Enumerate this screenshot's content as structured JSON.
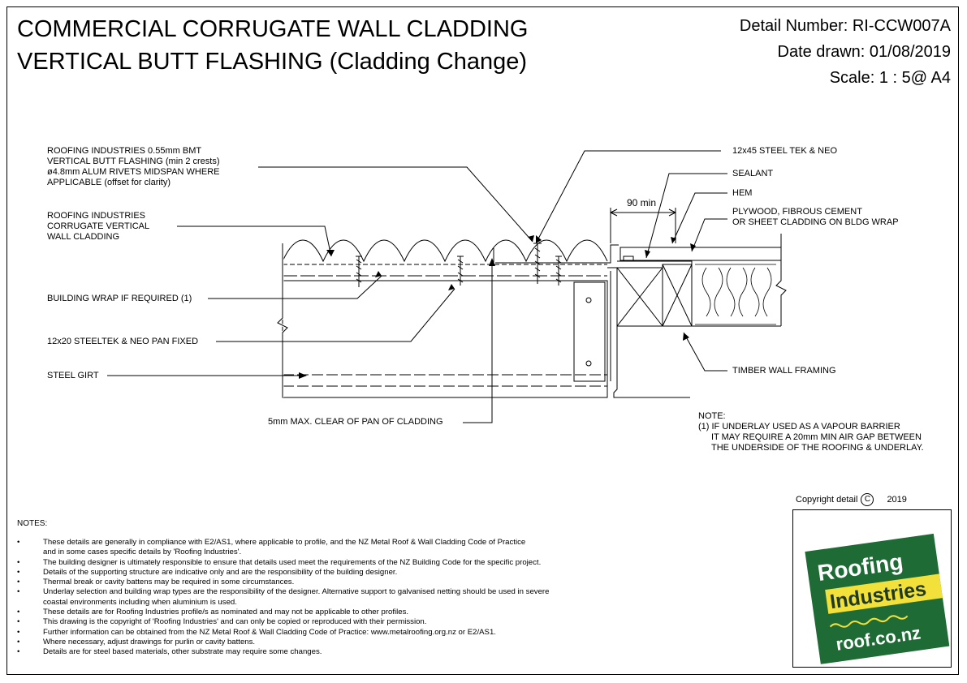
{
  "title": {
    "line1": "COMMERCIAL CORRUGATE WALL CLADDING",
    "line2": "VERTICAL BUTT FLASHING (Cladding Change)"
  },
  "meta": {
    "detail_number": "Detail Number:  RI-CCW007A",
    "date_drawn": "Date drawn:  01/08/2019",
    "scale": "Scale:   1 : 5@ A4"
  },
  "labels": {
    "flashing": [
      "ROOFING INDUSTRIES 0.55mm BMT",
      "VERTICAL BUTT FLASHING (min 2 crests)",
      "ø4.8mm ALUM RIVETS MIDSPAN WHERE",
      "APPLICABLE (offset for clarity)"
    ],
    "cladding": [
      "ROOFING INDUSTRIES",
      "CORRUGATE VERTICAL",
      "WALL CLADDING"
    ],
    "building_wrap": "BUILDING WRAP IF REQUIRED (1)",
    "steeltek_pan": "12x20 STEELTEK & NEO PAN FIXED",
    "steel_girt": "STEEL GIRT",
    "clearance": "5mm MAX. CLEAR OF PAN OF CLADDING",
    "steel_tek": "12x45 STEEL TEK & NEO",
    "sealant": "SEALANT",
    "hem": "HEM",
    "plywood": [
      "PLYWOOD, FIBROUS CEMENT",
      "OR SHEET CLADDING ON BLDG WRAP"
    ],
    "timber": "TIMBER WALL FRAMING",
    "dimension": "90 min"
  },
  "side_note": [
    "NOTE:",
    "(1) IF UNDERLAY USED AS A VAPOUR BARRIER",
    "IT MAY REQUIRE A 20mm MIN AIR GAP BETWEEN",
    "THE UNDERSIDE OF THE ROOFING & UNDERLAY."
  ],
  "notes": {
    "heading": "NOTES:",
    "bullet": "•",
    "items": [
      "These details are generally in compliance with E2/AS1, where applicable to profile, and the NZ Metal Roof & Wall Cladding Code of Practice",
      "and in some cases specific details by 'Roofing Industries'.",
      "The building designer is ultimately responsible to ensure that details used meet the requirements of the NZ Building Code for the specific project.",
      "Details of the supporting structure are indicative only and are the responsibility of the building designer.",
      "Thermal break or cavity battens may be required in some circumstances.",
      "Underlay selection and building wrap types are the responsibility of the designer. Alternative support to galvanised netting should be used in severe",
      "coastal environments including when aluminium is used.",
      "These details are for Roofing Industries profile/s as nominated and may not be applicable to other profiles.",
      "This drawing is the copyright of 'Roofing Industries' and can only be copied or reproduced with their permission.",
      "Further information can be obtained from the NZ Metal Roof & Wall Cladding Code of Practice:  www.metalroofing.org.nz or E2/AS1.",
      "Where necessary, adjust drawings for purlin or cavity battens.",
      "Details are for steel based materials, other substrate may require some changes."
    ],
    "bulleted": [
      true,
      false,
      true,
      true,
      true,
      true,
      false,
      true,
      true,
      true,
      true,
      true
    ]
  },
  "copyright": {
    "text": "Copyright detail",
    "symbol": "C",
    "year": "2019"
  },
  "logo": {
    "word1": "Roofing",
    "word2": "Industries",
    "url": "roof.co.nz",
    "green": "#1f6b35",
    "yellow": "#f2e13a"
  }
}
